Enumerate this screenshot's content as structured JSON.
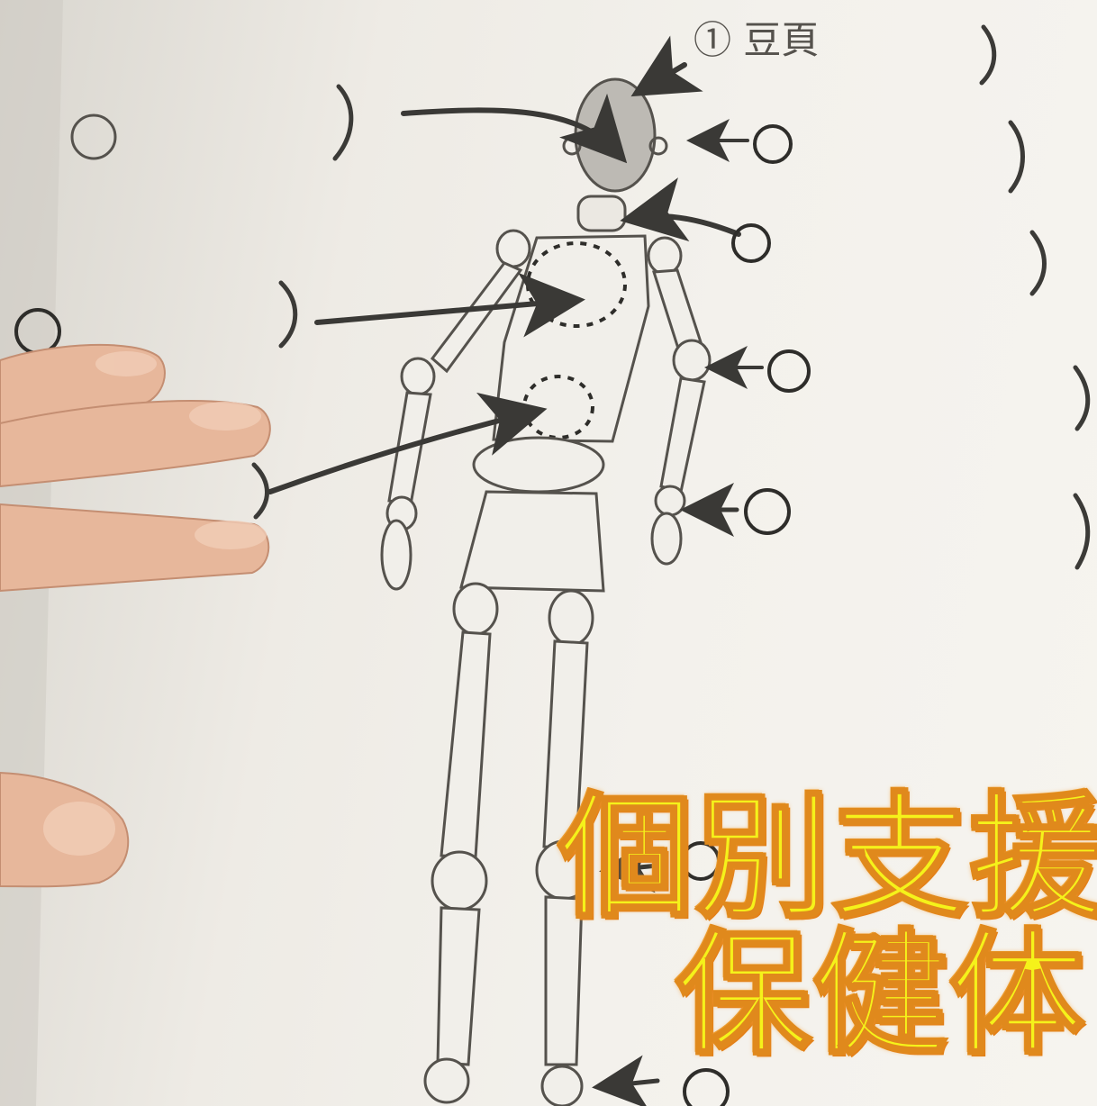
{
  "overlay_title": {
    "line1": "個別支援",
    "line2": "保健体"
  },
  "handwritten": {
    "label_1": "① 豆頁"
  },
  "colors": {
    "title_fill": "#f5f21a",
    "title_outline": "#e0891c",
    "pencil": "#55524d",
    "paper": "#f3f1ec"
  }
}
